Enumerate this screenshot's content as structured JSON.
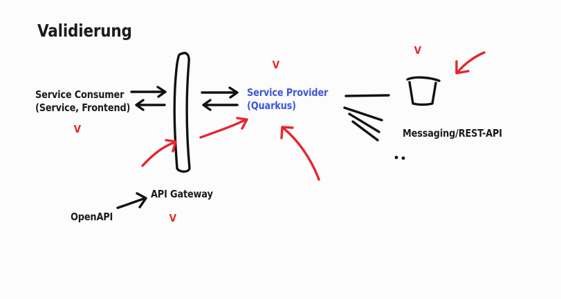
{
  "title": "Validierung",
  "labels": {
    "consumer_line1": "Service Consumer",
    "consumer_line2": "(Service, Frontend)",
    "provider_line1": "Service Provider",
    "provider_line2": "(Quarkus)",
    "messaging": "Messaging/REST-API",
    "gateway": "API Gateway",
    "openapi": "OpenAPI"
  },
  "marks": {
    "provider_check": "V",
    "messaging_check": "V",
    "consumer_check": "V",
    "gateway_check": "V"
  },
  "colors": {
    "ink": "#111111",
    "red": "#e5252d",
    "blue_text": "#3d57d9"
  }
}
